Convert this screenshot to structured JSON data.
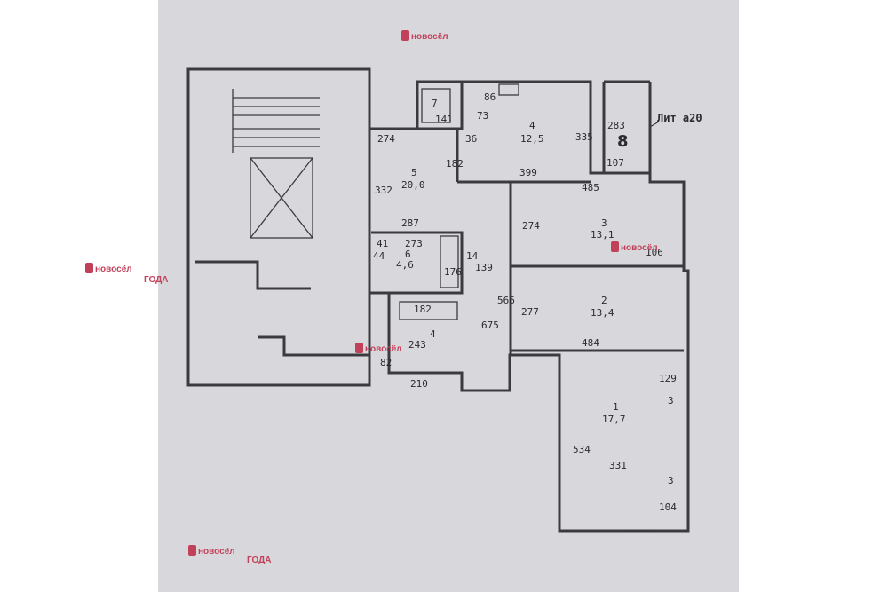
{
  "watermark": {
    "brand": "новосёл",
    "tag": "ГОДА"
  },
  "plan": {
    "lit": "Лит а20",
    "balcony_label": "8",
    "rooms": [
      {
        "num": "1",
        "area": "17,7"
      },
      {
        "num": "2",
        "area": "13,4"
      },
      {
        "num": "3",
        "area": "13,1"
      },
      {
        "num": "4",
        "area": "12,5"
      },
      {
        "num": "5",
        "area": "20,0"
      },
      {
        "num": "6",
        "area": "4,6"
      },
      {
        "num": "7",
        "area": ""
      },
      {
        "num": "4",
        "area": ""
      }
    ],
    "dims": {
      "d141": "141",
      "d86": "86",
      "d73": "73",
      "d36": "36",
      "d274a": "274",
      "d335": "335",
      "d283": "283",
      "d107": "107",
      "d399": "399",
      "d182a": "182",
      "d332": "332",
      "d485": "485",
      "d274b": "274",
      "d287": "287",
      "d273": "273",
      "d41": "41",
      "d44": "44",
      "d176": "176",
      "d14": "14",
      "d139": "139",
      "d566": "566",
      "d106": "106",
      "d182b": "182",
      "d277": "277",
      "d675": "675",
      "d243": "243",
      "d484": "484",
      "d82": "82",
      "d210": "210",
      "d129": "129",
      "d534": "534",
      "d331": "331",
      "d104": "104",
      "d3a": "3",
      "d3b": "3"
    }
  }
}
